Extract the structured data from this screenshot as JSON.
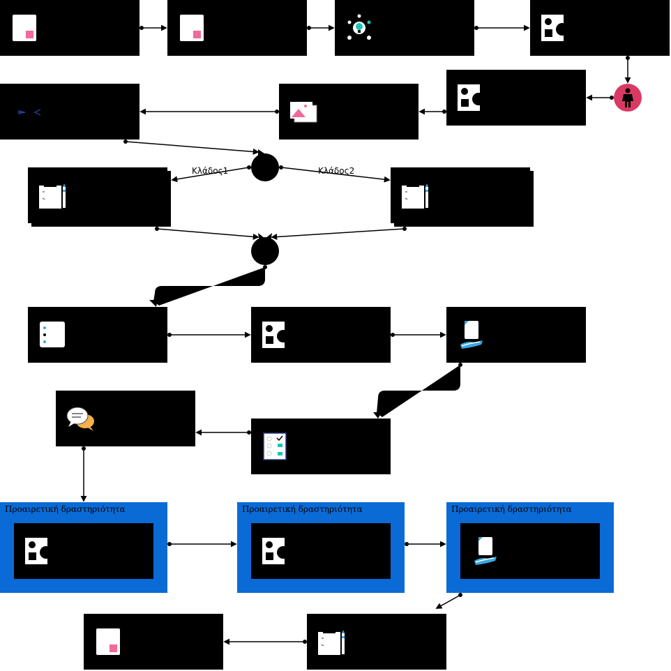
{
  "diagram": {
    "branches": {
      "branch1": "Κλάδος1",
      "branch2": "Κλάδος2"
    },
    "optional_groups": [
      {
        "label": "Προαιρετική δραστηριότητα"
      },
      {
        "label": "Προαιρετική δραστηριότητα"
      },
      {
        "label": "Προαιρετική δραστηριότητα"
      }
    ],
    "nodes": [
      {
        "icon": "document-icon"
      },
      {
        "icon": "document-icon"
      },
      {
        "icon": "lightbulb-network-icon"
      },
      {
        "icon": "shapes-icon"
      },
      {
        "icon": "start-person-icon"
      },
      {
        "icon": "shapes-icon"
      },
      {
        "icon": "image-icon"
      },
      {
        "icon": "code-icon"
      },
      {
        "icon": "branch-split-icon"
      },
      {
        "icon": "notepad-pencil-icon"
      },
      {
        "icon": "notepad-pencil-icon"
      },
      {
        "icon": "branch-merge-icon"
      },
      {
        "icon": "list-icon"
      },
      {
        "icon": "shapes-icon"
      },
      {
        "icon": "hand-document-icon"
      },
      {
        "icon": "chat-bubbles-icon"
      },
      {
        "icon": "checklist-icon"
      },
      {
        "icon": "shapes-icon"
      },
      {
        "icon": "shapes-icon"
      },
      {
        "icon": "hand-document-icon"
      },
      {
        "icon": "document-icon"
      },
      {
        "icon": "notepad-pencil-icon"
      }
    ],
    "colors": {
      "box": "#000000",
      "group": "#0a6bd6",
      "start": "#d93a63",
      "accent_pink": "#f06a9b",
      "accent_blue": "#3aa9e0",
      "accent_teal": "#18c6b4",
      "accent_orange": "#f5b24a"
    }
  }
}
